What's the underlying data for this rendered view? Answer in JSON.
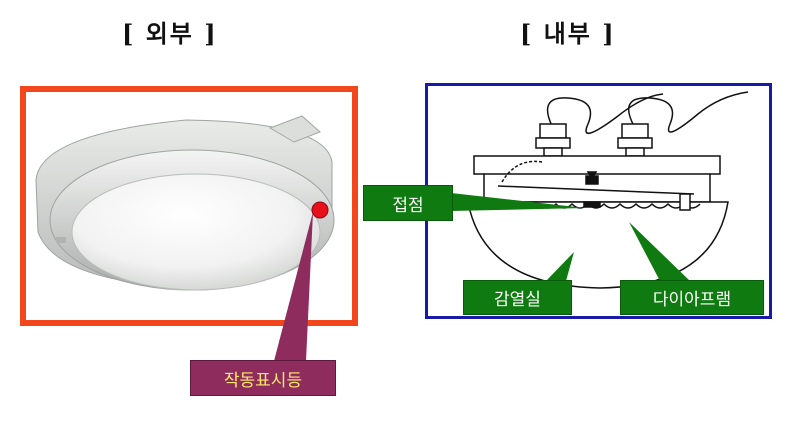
{
  "titles": {
    "exterior": "[ 외부 ]",
    "interior": "[ 내부 ]"
  },
  "labels": {
    "contact": "접점",
    "heat_chamber": "감열실",
    "diaphragm": "다이아프램",
    "indicator_lamp": "작동표시등"
  },
  "colors": {
    "exterior_frame": "#f2461c",
    "interior_frame": "#1a1aa8",
    "label_green": "#0f7a10",
    "label_purple": "#8e2c5e",
    "label_purple_text": "#ffe96b",
    "indicator_dot": "#e8101a"
  }
}
